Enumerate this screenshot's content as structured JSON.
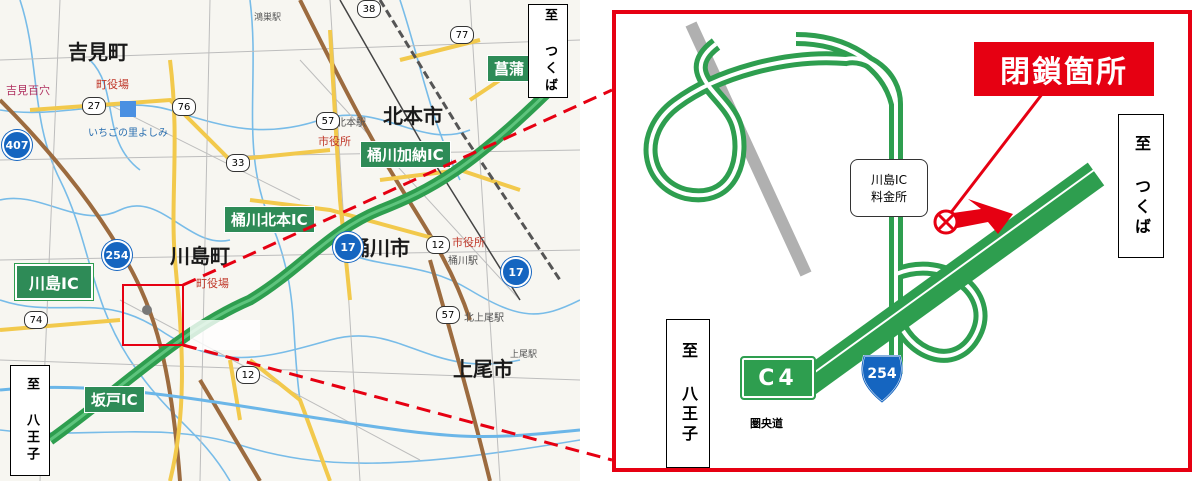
{
  "overview": {
    "cities": [
      {
        "id": "yoshimi",
        "label": "吉見町"
      },
      {
        "id": "kitamoto",
        "label": "北本市"
      },
      {
        "id": "kawajima",
        "label": "川島町"
      },
      {
        "id": "okegawa",
        "label": "桶川市"
      },
      {
        "id": "ageo",
        "label": "上尾市"
      }
    ],
    "interchanges": [
      {
        "id": "kawajima_ic",
        "label": "川島IC"
      },
      {
        "id": "okegawa_kitamoto_ic",
        "label": "桶川北本IC"
      },
      {
        "id": "okegawa_kano_ic",
        "label": "桶川加納IC"
      },
      {
        "id": "sakado_ic",
        "label": "坂戸IC"
      },
      {
        "id": "shoubu_ic",
        "label": "菖蒲"
      }
    ],
    "small_labels": [
      {
        "id": "yoshimi_hyakuana",
        "label": "吉見百穴"
      },
      {
        "id": "yoshimi_office",
        "label": "町役場"
      },
      {
        "id": "ichigo",
        "label": "いちごの里よしみ"
      },
      {
        "id": "kitamoto_office",
        "label": "市役所"
      },
      {
        "id": "kitamoto_station",
        "label": "北本駅"
      },
      {
        "id": "kawajima_office",
        "label": "町役場"
      },
      {
        "id": "okegawa_office",
        "label": "市役所"
      },
      {
        "id": "okegawa_station",
        "label": "桶川駅"
      },
      {
        "id": "kitaageo_station",
        "label": "北上尾駅"
      },
      {
        "id": "ageo_station",
        "label": "上尾駅"
      },
      {
        "id": "konosu_station",
        "label": "鴻巣駅"
      }
    ],
    "route_numbers": [
      "407",
      "254",
      "17",
      "17",
      "33",
      "76",
      "27",
      "57",
      "57",
      "12",
      "12",
      "38",
      "77",
      "74"
    ],
    "direction_tsukuba": "至 つくば",
    "direction_hachioji": "至 八王子"
  },
  "detail": {
    "closed_label": "閉鎖箇所",
    "tollgate_label_line1": "川島IC",
    "tollgate_label_line2": "料金所",
    "direction_tsukuba": "至 つくば",
    "direction_hachioji": "至 八王子",
    "route_code": "C4",
    "route_name": "圏央道",
    "national_route": "254"
  },
  "colors": {
    "expressway": "#2e9e4f",
    "highlight": "#e60012",
    "national_road": "#1565c0",
    "river": "#6bb6e8",
    "road_yellow": "#f2c94c",
    "road_brown": "#9c6b3f"
  }
}
